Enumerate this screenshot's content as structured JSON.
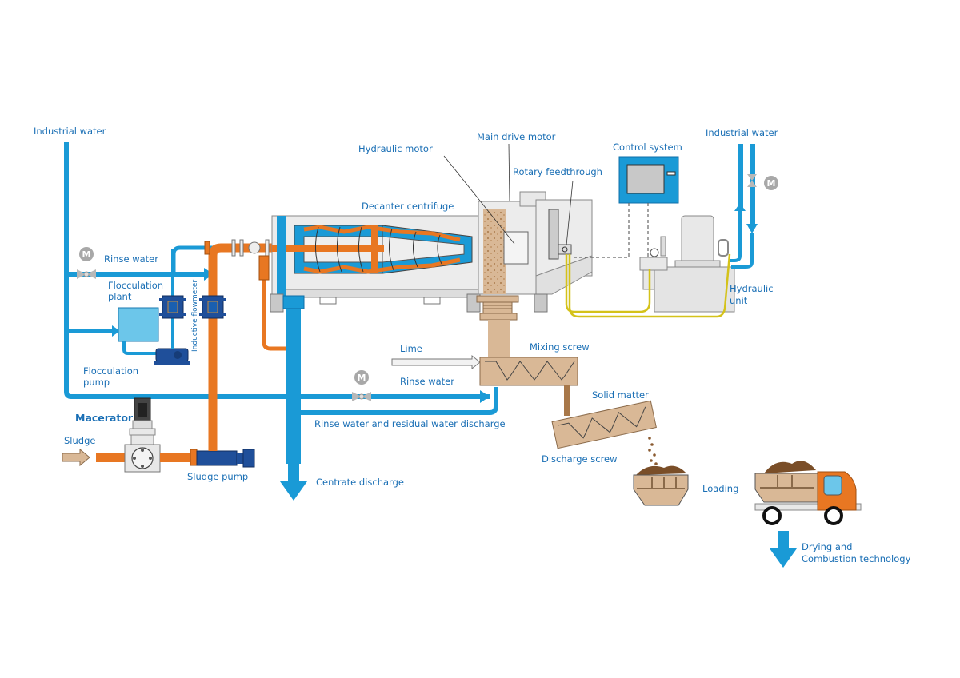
{
  "diagram": {
    "title": "Decanter centrifuge sludge dewatering process",
    "colors": {
      "water": "#1a9ad6",
      "water_dark": "#0f6fa8",
      "sludge": "#e87722",
      "solid": "#d9b896",
      "solid_dark": "#a8784a",
      "machine": "#e8e8e8",
      "machine_stroke": "#8a8a8a",
      "pump_blue": "#1f4f9a",
      "hydraulic_line": "#d4c21a",
      "label": "#1a6fb5",
      "valve_motor": "#a8a8a8",
      "truck_cab": "#e87722",
      "truck_window": "#6cc6ea",
      "control_panel": "#1a9ad6"
    },
    "labels": {
      "industrial_water_left": "Industrial water",
      "industrial_water_right": "Industrial water",
      "rinse_water_top": "Rinse water",
      "rinse_water_bottom": "Rinse water",
      "flocculation_plant_line1": "Flocculation",
      "flocculation_plant_line2": "plant",
      "flocculation_pump_line1": "Flocculation",
      "flocculation_pump_line2": "pump",
      "inductive_flowmeter": "Inductive flowmeter",
      "macerator": "Macerator",
      "sludge": "Sludge",
      "sludge_pump": "Sludge pump",
      "hydraulic_motor": "Hydraulic motor",
      "main_drive_motor": "Main drive motor",
      "rotary_feedthrough": "Rotary feedthrough",
      "decanter_centrifuge": "Decanter centrifuge",
      "control_system": "Control system",
      "hydraulic_unit_line1": "Hydraulic",
      "hydraulic_unit_line2": "unit",
      "lime": "Lime",
      "mixing_screw": "Mixing screw",
      "solid_matter": "Solid matter",
      "discharge_screw": "Discharge screw",
      "rinse_residual_discharge": "Rinse water and residual water discharge",
      "centrate_discharge": "Centrate discharge",
      "loading": "Loading",
      "drying_line1": "Drying and",
      "drying_line2": "Combustion technology",
      "motor_symbol": "M"
    }
  }
}
